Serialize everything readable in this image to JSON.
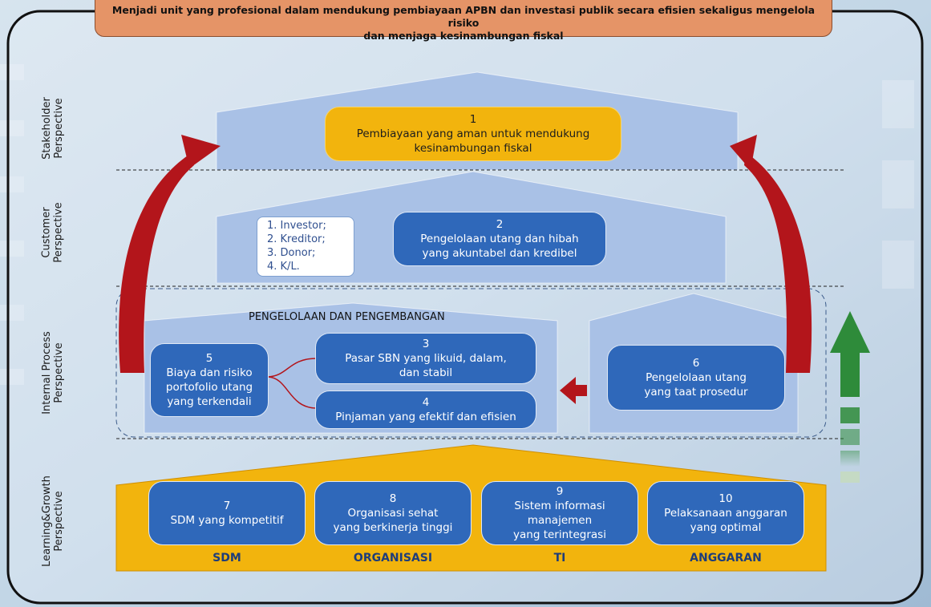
{
  "vision": {
    "line1": "Menjadi unit yang profesional dalam mendukung pembiayaan APBN dan investasi publik secara efisien sekaligus mengelola risiko",
    "line2": "dan menjaga kesinambungan fiskal"
  },
  "perspectives": {
    "stakeholder": "Stakeholder\nPerspective",
    "customer": "Customer\nPerspective",
    "internal": "Internal Process\nPerspective",
    "learning": "Learning&Growth\nPerspective"
  },
  "stakeholders": [
    "1. Investor;",
    "2. Kreditor;",
    "3. Donor;",
    "4. K/L."
  ],
  "internal_title": "PENGELOLAAN DAN PENGEMBANGAN",
  "objectives": [
    {
      "num": "1",
      "lines": [
        "Pembiayaan yang aman untuk mendukung",
        "kesinambungan fiskal"
      ]
    },
    {
      "num": "2",
      "lines": [
        "Pengelolaan utang dan hibah",
        "yang akuntabel dan kredibel"
      ]
    },
    {
      "num": "3",
      "lines": [
        "Pasar SBN yang likuid, dalam,",
        "dan stabil"
      ]
    },
    {
      "num": "4",
      "lines": [
        "Pinjaman yang efektif dan efisien"
      ]
    },
    {
      "num": "5",
      "lines": [
        "Biaya dan risiko",
        "portofolio utang",
        "yang terkendali"
      ]
    },
    {
      "num": "6",
      "lines": [
        "Pengelolaan utang",
        "yang taat prosedur"
      ]
    },
    {
      "num": "7",
      "lines": [
        "SDM yang kompetitif"
      ]
    },
    {
      "num": "8",
      "lines": [
        "Organisasi sehat",
        "yang berkinerja tinggi"
      ]
    },
    {
      "num": "9",
      "lines": [
        "Sistem informasi",
        "manajemen",
        "yang terintegrasi"
      ]
    },
    {
      "num": "10",
      "lines": [
        "Pelaksanaan anggaran",
        "yang optimal"
      ]
    }
  ],
  "foundation_labels": [
    "SDM",
    "ORGANISASI",
    "TI",
    "ANGGARAN"
  ],
  "colors": {
    "objective_blue": "#2f68ba",
    "objective_gold": "#f2b40d",
    "house_blue": "#a9c1e6",
    "foundation_gold": "#f2b40d",
    "arrow_red": "#b3151b",
    "arrow_green": "#2e8b3a",
    "banner": "#e59467"
  }
}
